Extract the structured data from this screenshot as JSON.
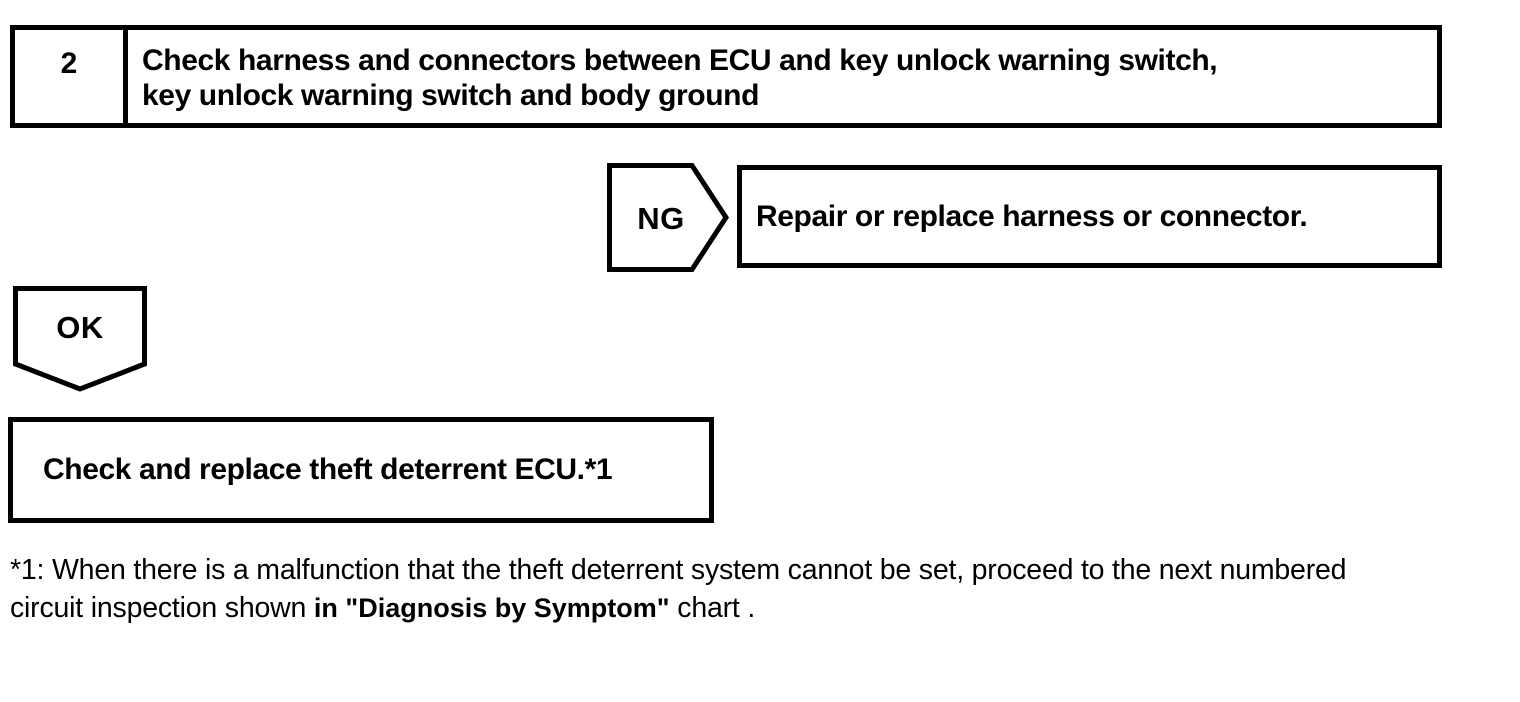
{
  "page": {
    "colors": {
      "paper": "#ffffff",
      "ink": "#000000"
    }
  },
  "flowchart": {
    "step_box": {
      "number": "2",
      "title_line1": "Check harness and connectors between ECU and key unlock warning switch,",
      "title_line2": "key unlock warning switch and body ground"
    },
    "ng_connector": {
      "label": "NG"
    },
    "ng_result_box": {
      "text": "Repair or replace harness or connector."
    },
    "ok_connector": {
      "label": "OK"
    },
    "ok_result_box": {
      "text": "Check and replace theft deterrent ECU.*1"
    },
    "footnote": {
      "line1": "*1: When there is a malfunction that the theft deterrent system cannot be set, proceed to the next numbered",
      "line2_prefix": "circuit inspection shown ",
      "line2_bold": "in \"Diagnosis by Symptom\"",
      "line2_suffix": "  chart ."
    }
  }
}
